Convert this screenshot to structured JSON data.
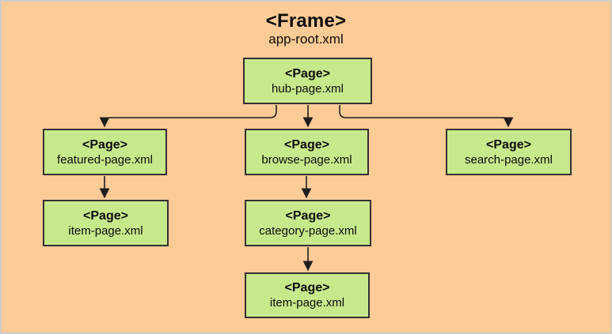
{
  "title": {
    "tag": "<Frame>",
    "file": "app-root.xml"
  },
  "nodes": {
    "hub": {
      "tag": "<Page>",
      "file": "hub-page.xml"
    },
    "featured": {
      "tag": "<Page>",
      "file": "featured-page.xml"
    },
    "browse": {
      "tag": "<Page>",
      "file": "browse-page.xml"
    },
    "search": {
      "tag": "<Page>",
      "file": "search-page.xml"
    },
    "featured_item": {
      "tag": "<Page>",
      "file": "item-page.xml"
    },
    "category": {
      "tag": "<Page>",
      "file": "category-page.xml"
    },
    "category_item": {
      "tag": "<Page>",
      "file": "item-page.xml"
    }
  },
  "edges": [
    {
      "from": "hub-page.xml",
      "to": "featured-page.xml"
    },
    {
      "from": "hub-page.xml",
      "to": "browse-page.xml"
    },
    {
      "from": "hub-page.xml",
      "to": "search-page.xml"
    },
    {
      "from": "featured-page.xml",
      "to": "item-page.xml"
    },
    {
      "from": "browse-page.xml",
      "to": "category-page.xml"
    },
    {
      "from": "category-page.xml",
      "to": "item-page.xml"
    }
  ],
  "colors": {
    "background": "#FDCB96",
    "node_fill": "#C7E98C",
    "node_border": "#333030",
    "arrow": "#1E1E1E",
    "canvas_border": "#CCCCCC"
  }
}
